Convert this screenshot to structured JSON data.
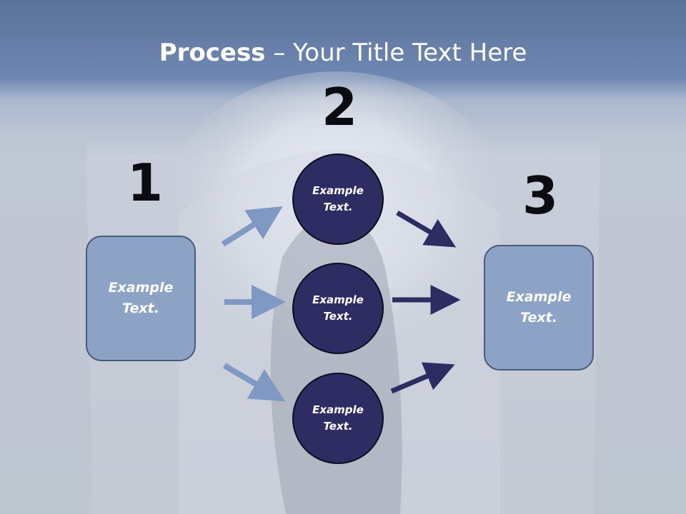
{
  "title": {
    "strong": "Process",
    "rest": " – Your Title Text Here"
  },
  "steps": [
    {
      "number": "1",
      "text": "Example\nText."
    },
    {
      "number": "2",
      "nodes": [
        "Example\nText.",
        "Example\nText.",
        "Example\nText."
      ]
    },
    {
      "number": "3",
      "text": "Example\nText."
    }
  ],
  "colors": {
    "box_fill": "#8da3c6",
    "circle_fill": "#2d2c63",
    "light_arrow": "#7f98c4",
    "dark_arrow": "#2d2c63",
    "number": "#0b0b12"
  }
}
